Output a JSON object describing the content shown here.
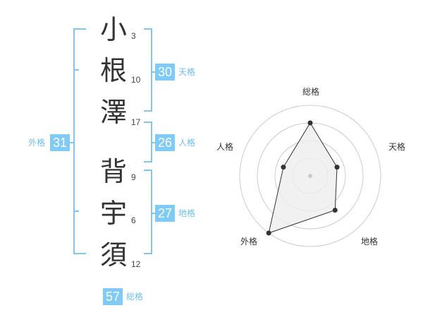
{
  "name": {
    "chars": [
      {
        "char": "小",
        "strokes": "3"
      },
      {
        "char": "根",
        "strokes": "10"
      },
      {
        "char": "澤",
        "strokes": "17"
      },
      {
        "char": "背",
        "strokes": "9"
      },
      {
        "char": "宇",
        "strokes": "6"
      },
      {
        "char": "須",
        "strokes": "12"
      }
    ]
  },
  "fortunes": {
    "tenkaku": {
      "value": "30",
      "label": "天格"
    },
    "jinkaku": {
      "value": "26",
      "label": "人格"
    },
    "chikaku": {
      "value": "27",
      "label": "地格"
    },
    "gaikaku": {
      "value": "31",
      "label": "外格"
    },
    "soukaku": {
      "value": "57",
      "label": "総格"
    }
  },
  "chart_data": {
    "type": "radar",
    "axes": [
      "総格",
      "天格",
      "地格",
      "外格",
      "人格"
    ],
    "values": [
      0.75,
      0.4,
      0.6,
      1.0,
      0.4
    ],
    "max": 1.0,
    "rings": 4,
    "colors": {
      "fill": "#eeeeee",
      "line": "#333333",
      "ring": "#cccccc",
      "accent": "#7fcbf6"
    }
  }
}
